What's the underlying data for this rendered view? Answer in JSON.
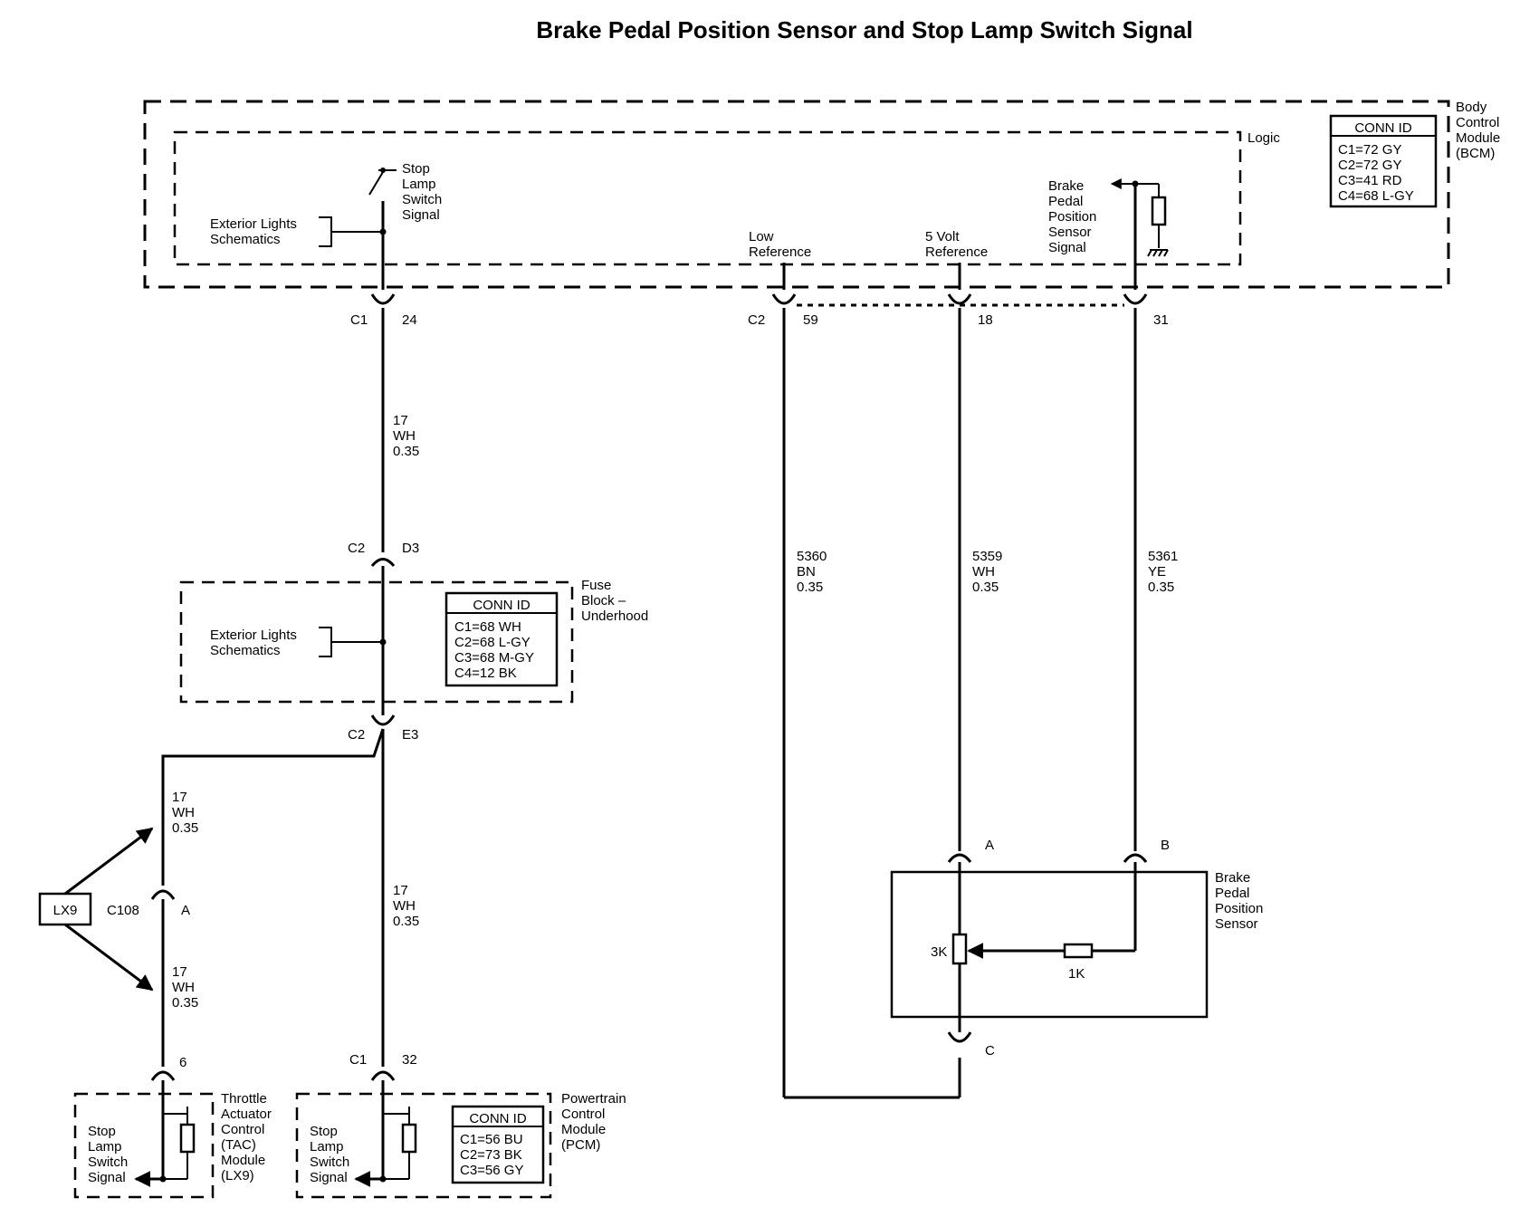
{
  "title": "Brake Pedal Position Sensor and Stop Lamp Switch Signal",
  "bcm": {
    "module_label": [
      "Body",
      "Control",
      "Module",
      "(BCM)"
    ],
    "logic_label": "Logic",
    "conn_id": {
      "header": "CONN ID",
      "rows": [
        "C1=72 GY",
        "C2=72 GY",
        "C3=41 RD",
        "C4=68 L-GY"
      ]
    },
    "stop_lamp_label": [
      "Stop",
      "Lamp",
      "Switch",
      "Signal"
    ],
    "ext_lights_label": [
      "Exterior Lights",
      "Schematics"
    ],
    "low_ref_label": [
      "Low",
      "Reference"
    ],
    "five_volt_label": [
      "5 Volt",
      "Reference"
    ],
    "bpp_signal_label": [
      "Brake",
      "Pedal",
      "Position",
      "Sensor",
      "Signal"
    ]
  },
  "connectors": {
    "c1_24": {
      "conn": "C1",
      "pin": "24"
    },
    "c2_59": {
      "conn": "C2",
      "pin": "59"
    },
    "pin_18": "18",
    "pin_31": "31",
    "c2_d3": {
      "conn": "C2",
      "pin": "D3"
    },
    "c2_e3": {
      "conn": "C2",
      "pin": "E3"
    },
    "c108_a": {
      "conn": "C108",
      "pin": "A"
    },
    "pin_6": "6",
    "c1_32": {
      "conn": "C1",
      "pin": "32"
    },
    "sensor_a": "A",
    "sensor_b": "B",
    "sensor_c": "C"
  },
  "wires": {
    "stop_top": [
      "17",
      "WH",
      "0.35"
    ],
    "stop_lower": [
      "17",
      "WH",
      "0.35"
    ],
    "lx9_upper": [
      "17",
      "WH",
      "0.35"
    ],
    "lx9_lower": [
      "17",
      "WH",
      "0.35"
    ],
    "w5360": [
      "5360",
      "BN",
      "0.35"
    ],
    "w5359": [
      "5359",
      "WH",
      "0.35"
    ],
    "w5361": [
      "5361",
      "YE",
      "0.35"
    ]
  },
  "fuse_block": {
    "label": [
      "Fuse",
      "Block –",
      "Underhood"
    ],
    "ext_lights_label": [
      "Exterior Lights",
      "Schematics"
    ],
    "conn_id": {
      "header": "CONN ID",
      "rows": [
        "C1=68 WH",
        "C2=68 L-GY",
        "C3=68 M-GY",
        "C4=12 BK"
      ]
    }
  },
  "option": "LX9",
  "tac": {
    "label": [
      "Throttle",
      "Actuator",
      "Control",
      "(TAC)",
      "Module",
      "(LX9)"
    ],
    "signal_label": [
      "Stop",
      "Lamp",
      "Switch",
      "Signal"
    ]
  },
  "pcm": {
    "label": [
      "Powertrain",
      "Control",
      "Module",
      "(PCM)"
    ],
    "signal_label": [
      "Stop",
      "Lamp",
      "Switch",
      "Signal"
    ],
    "conn_id": {
      "header": "CONN ID",
      "rows": [
        "C1=56 BU",
        "C2=73 BK",
        "C3=56 GY"
      ]
    }
  },
  "sensor": {
    "label": [
      "Brake",
      "Pedal",
      "Position",
      "Sensor"
    ],
    "r_pot": "3K",
    "r_series": "1K"
  }
}
